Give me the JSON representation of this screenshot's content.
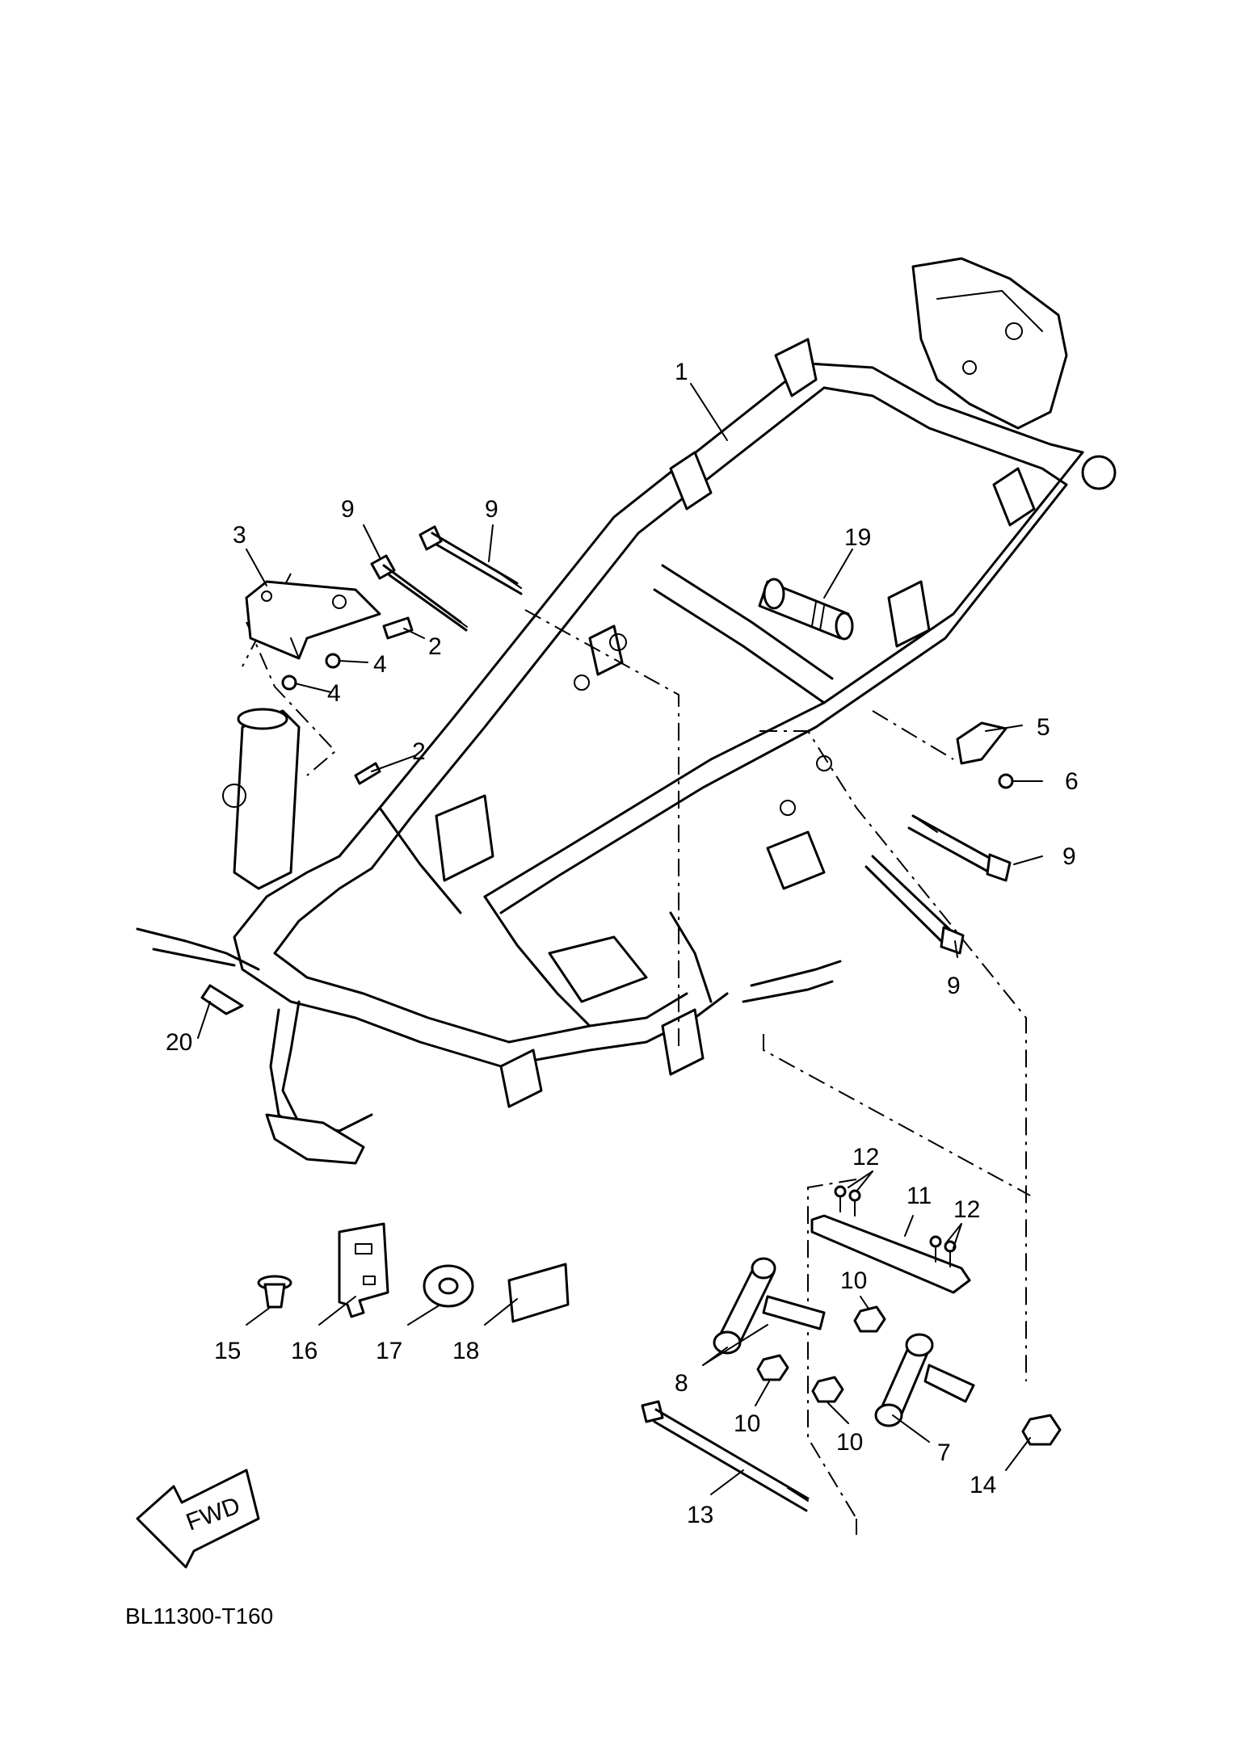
{
  "diagram": {
    "code": "BL11300-T160",
    "fwd_label": "FWD",
    "callouts": {
      "c1": "1",
      "c2a": "2",
      "c2b": "2",
      "c3": "3",
      "c4a": "4",
      "c4b": "4",
      "c5": "5",
      "c6": "6",
      "c7": "7",
      "c8": "8",
      "c9a": "9",
      "c9b": "9",
      "c9c": "9",
      "c9d": "9",
      "c10a": "10",
      "c10b": "10",
      "c10c": "10",
      "c11": "11",
      "c12a": "12",
      "c12b": "12",
      "c13": "13",
      "c14": "14",
      "c15": "15",
      "c16": "16",
      "c17": "17",
      "c18": "18",
      "c19": "19",
      "c20": "20"
    }
  }
}
